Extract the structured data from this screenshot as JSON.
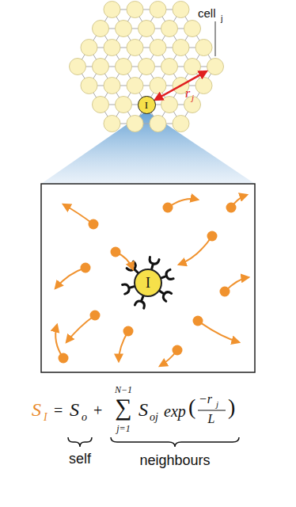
{
  "diagram": {
    "nodes": [
      {
        "text": [
          "I"
        ]
      },
      {
        "text": [
          "I"
        ]
      }
    ],
    "labels": [
      "cell",
      "j",
      "r",
      "j",
      "S",
      "I",
      "=",
      "S",
      "o",
      "+",
      "N−1",
      "∑",
      "j=1",
      "S",
      "oj",
      "exp",
      "(",
      "−r",
      "j",
      "L",
      ")",
      "self",
      "neighbours"
    ]
  }
}
